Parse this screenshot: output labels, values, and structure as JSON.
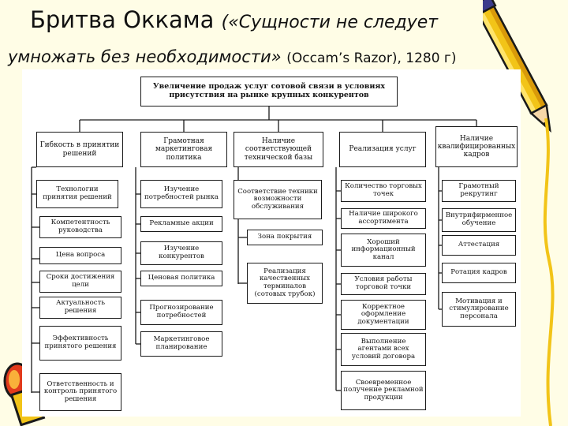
{
  "title": {
    "line1_main": "Бритва Оккама",
    "line1_paren": "(«Сущности не следует",
    "line2_italic": "умножать без необходимости»",
    "line2_tail": "(Occam’s Razor), 1280 г)"
  },
  "diagram": {
    "root": "Увеличение продаж услуг сотовой связи в условиях присутствия на рынке крупных конкурентов",
    "columns": [
      {
        "header": "Гибкость в принятии решений",
        "items": [
          "Технологии принятия решений",
          "Компетентность руководства",
          "Цена вопроса",
          "Сроки достижения цели",
          "Актуальность решения",
          "Эффективность принятого решения",
          "Ответственность и контроль принятого решения"
        ]
      },
      {
        "header": "Грамотная маркетинговая политика",
        "items": [
          "Изучение потребностей рынка",
          "Рекламные акции",
          "Изучение конкурентов",
          "Ценовая политика",
          "Прогнозирование потребностей",
          "Маркетинговое планирование"
        ]
      },
      {
        "header": "Наличие соответствующей технической базы",
        "items": [
          "Соответствие техники возможности обслуживания",
          "Зона покрытия",
          "Реализация качественных терминалов (сотовых трубок)"
        ]
      },
      {
        "header": "Реализация услуг",
        "items": [
          "Количество торговых точек",
          "Наличие широкого ассортимента",
          "Хороший информационный канал",
          "Условия работы торговой точки",
          "Корректное оформление документации",
          "Выполнение агентами всех условий договора",
          "Своевременное получение рекламной продукции"
        ]
      },
      {
        "header": "Наличие квалифицированных кадров",
        "items": [
          "Грамотный рекрутинг",
          "Внутрифирменное обучение",
          "Аттестация",
          "Ротация кадров",
          "Мотивация и стимулирование персонала"
        ]
      }
    ]
  }
}
